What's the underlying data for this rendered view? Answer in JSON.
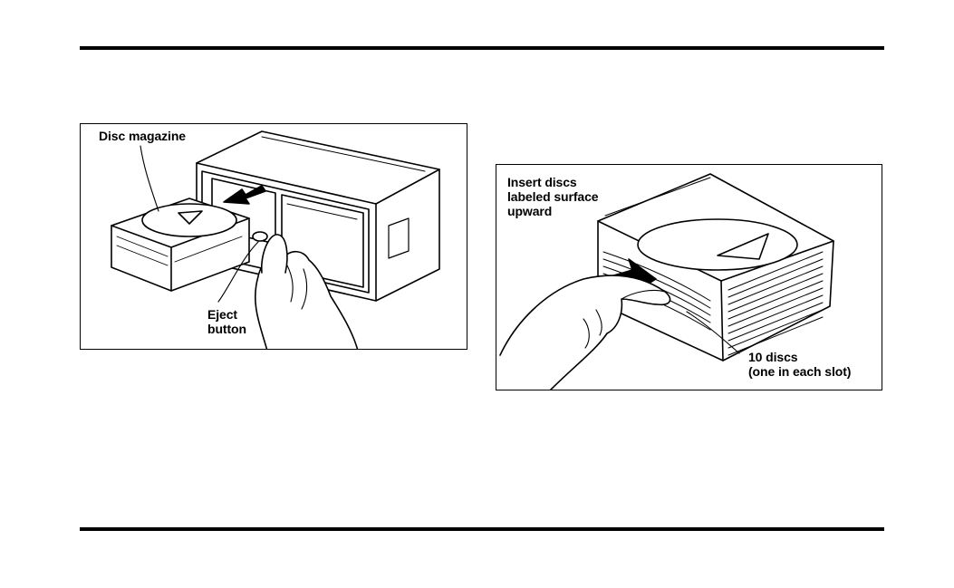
{
  "figure1": {
    "labels": {
      "disc_magazine": "Disc magazine",
      "eject_line1": "Eject",
      "eject_line2": "button"
    }
  },
  "figure2": {
    "labels": {
      "insert_line1": "Insert discs",
      "insert_line2": "labeled surface",
      "insert_line3": "upward",
      "discs_line1": "10 discs",
      "discs_line2": "(one in each slot)"
    }
  }
}
